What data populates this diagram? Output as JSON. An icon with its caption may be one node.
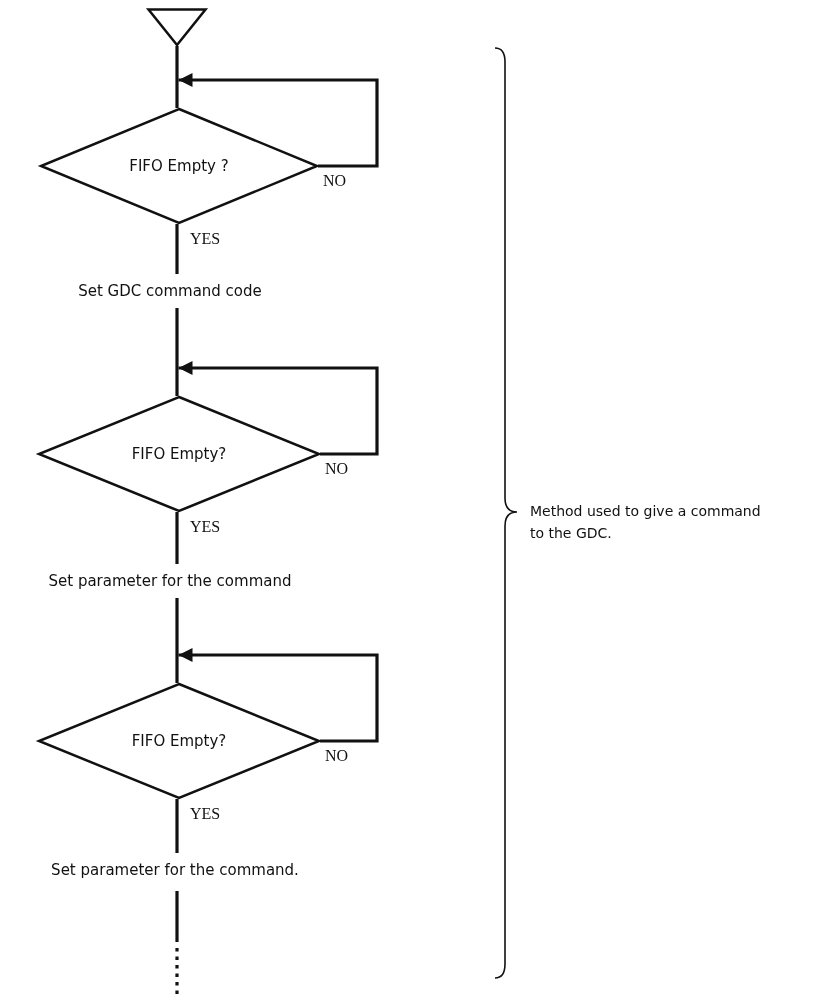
{
  "diagram": {
    "nodes": [
      {
        "text": [],
        "shape": "triangle"
      },
      {
        "text": [
          "FIFO Empty ?"
        ]
      },
      {
        "text": [
          "Set GDC command code"
        ]
      },
      {
        "text": [
          "FIFO Empty?"
        ]
      },
      {
        "text": [
          "Set parameter for the command"
        ]
      },
      {
        "text": [
          "FIFO Empty?"
        ]
      },
      {
        "text": [
          "Set parameter for the command."
        ]
      }
    ],
    "edges": [
      {
        "from": 0,
        "to": 1,
        "arrow": "none"
      },
      {
        "from": 1,
        "to": 1,
        "arrow": "to",
        "label": "NO"
      },
      {
        "from": 1,
        "to": 2,
        "arrow": "none",
        "label": "YES"
      },
      {
        "from": 2,
        "to": 3,
        "arrow": "none"
      },
      {
        "from": 3,
        "to": 3,
        "arrow": "to",
        "label": "NO"
      },
      {
        "from": 3,
        "to": 4,
        "arrow": "none",
        "label": "YES"
      },
      {
        "from": 4,
        "to": 5,
        "arrow": "none"
      },
      {
        "from": 5,
        "to": 5,
        "arrow": "to",
        "label": "NO"
      },
      {
        "from": 5,
        "to": 6,
        "arrow": "none",
        "label": "YES"
      },
      {
        "from": 6,
        "to": null,
        "arrow": "none",
        "style": "dashed"
      }
    ],
    "labels": [
      "Method used to give a command to the GDC."
    ]
  }
}
